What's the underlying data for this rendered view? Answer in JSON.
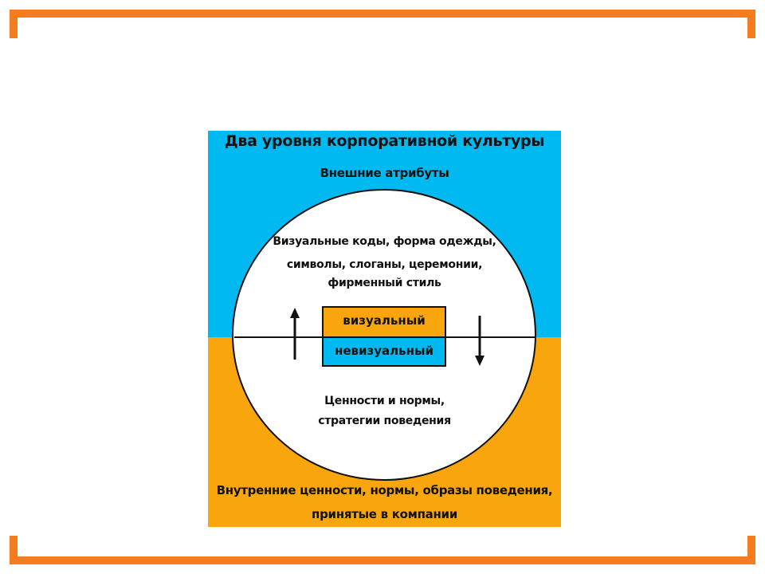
{
  "diagram": {
    "title": "Два уровня корпоративной культуры",
    "top_zone_label": "Внешние атрибуты",
    "visual_description": [
      "Визуальные коды, форма одежды,",
      "символы, слоганы, церемонии,",
      "фирменный стиль"
    ],
    "visual_tag": "визуальный",
    "nonvisual_tag": "невизуальный",
    "nonvisual_description": [
      "Ценности и нормы,",
      "стратегии поведения"
    ],
    "bottom_zone_label": [
      "Внутренние ценности, нормы, образы поведения,",
      "принятые в компании"
    ],
    "colors": {
      "sky": "#00b9f1",
      "orange": "#f9a60e",
      "frame": "#f57c1f",
      "circle": "#ffffff"
    }
  }
}
